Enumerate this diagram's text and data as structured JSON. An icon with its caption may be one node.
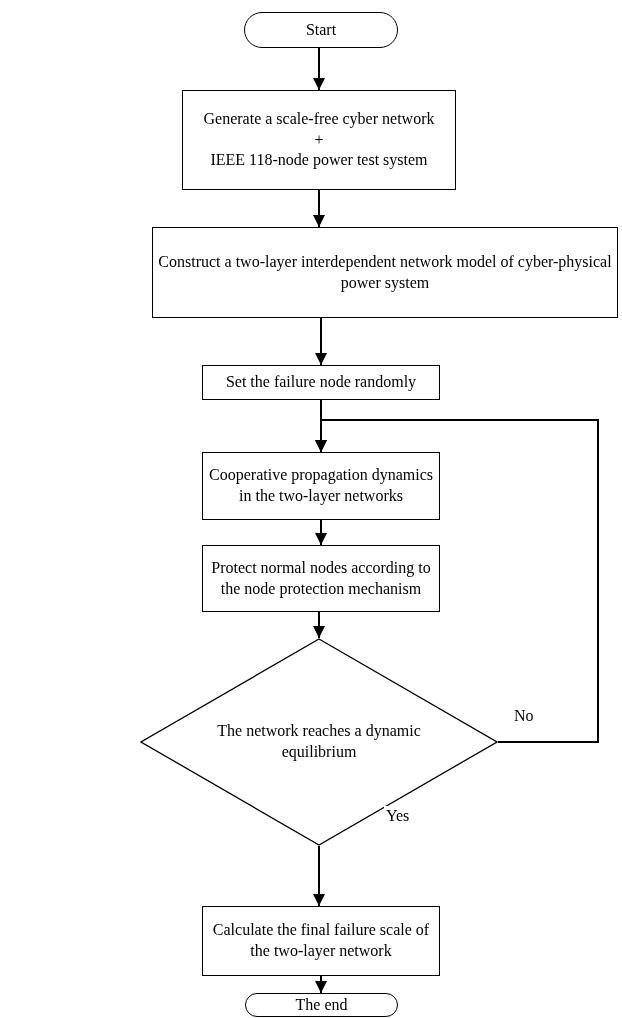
{
  "diagram": {
    "nodes": [
      {
        "text": [
          "Start"
        ]
      },
      {
        "text": [
          "Generate a scale-free cyber network",
          "+",
          "IEEE 118-node power test system"
        ]
      },
      {
        "text": [
          "Construct a two-layer interdependent network model of cyber-physical power system"
        ]
      },
      {
        "text": [
          "Set the failure node randomly"
        ]
      },
      {
        "text": [
          "Cooperative propagation dynamics in the two-layer networks"
        ]
      },
      {
        "text": [
          "Protect normal nodes according to the node protection mechanism"
        ]
      },
      {
        "text": [
          "The network reaches a dynamic equilibrium"
        ]
      },
      {
        "text": [
          "Calculate the final failure scale of the two-layer network"
        ]
      },
      {
        "text": [
          "The end"
        ]
      }
    ],
    "edges": [
      {
        "from": 0,
        "to": 1,
        "arrow": "to"
      },
      {
        "from": 1,
        "to": 2,
        "arrow": "to"
      },
      {
        "from": 2,
        "to": 3,
        "arrow": "to"
      },
      {
        "from": 3,
        "to": 4,
        "arrow": "to"
      },
      {
        "from": 4,
        "to": 5,
        "arrow": "to"
      },
      {
        "from": 5,
        "to": 6,
        "arrow": "to"
      },
      {
        "from": 6,
        "to": 4,
        "arrow": "to",
        "label": "No"
      },
      {
        "from": 6,
        "to": 7,
        "arrow": "to",
        "label": "Yes"
      },
      {
        "from": 7,
        "to": 8,
        "arrow": "to"
      }
    ]
  }
}
